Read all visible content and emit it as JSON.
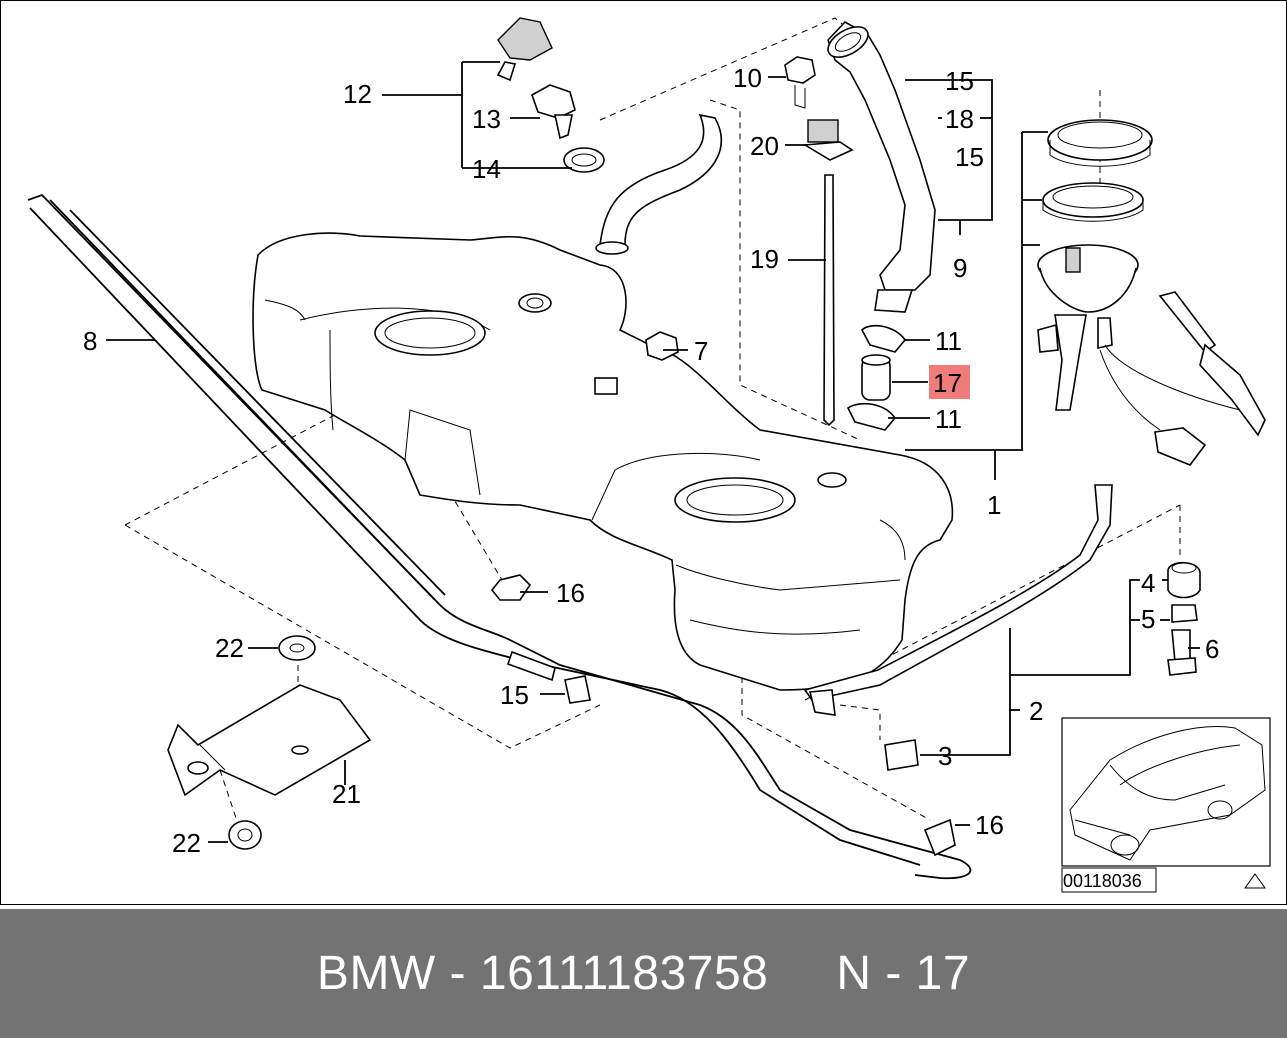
{
  "callouts": {
    "c1": "1",
    "c2": "2",
    "c3": "3",
    "c4": "4",
    "c5": "5",
    "c6": "6",
    "c7": "7",
    "c8": "8",
    "c9": "9",
    "c10": "10",
    "c11a": "11",
    "c11b": "11",
    "c12": "12",
    "c13": "13",
    "c14": "14",
    "c15a": "15",
    "c15b": "15",
    "c15c": "15",
    "c16a": "16",
    "c16b": "16",
    "c17": "17",
    "c18": "18",
    "c19": "19",
    "c20": "20",
    "c21": "21",
    "c22a": "22",
    "c22b": "22"
  },
  "highlight_color": "#f07b7b",
  "drawing_number": "00118036",
  "footer": {
    "part_ref": "BMW - 16111183758",
    "position_ref": "N - 17"
  }
}
